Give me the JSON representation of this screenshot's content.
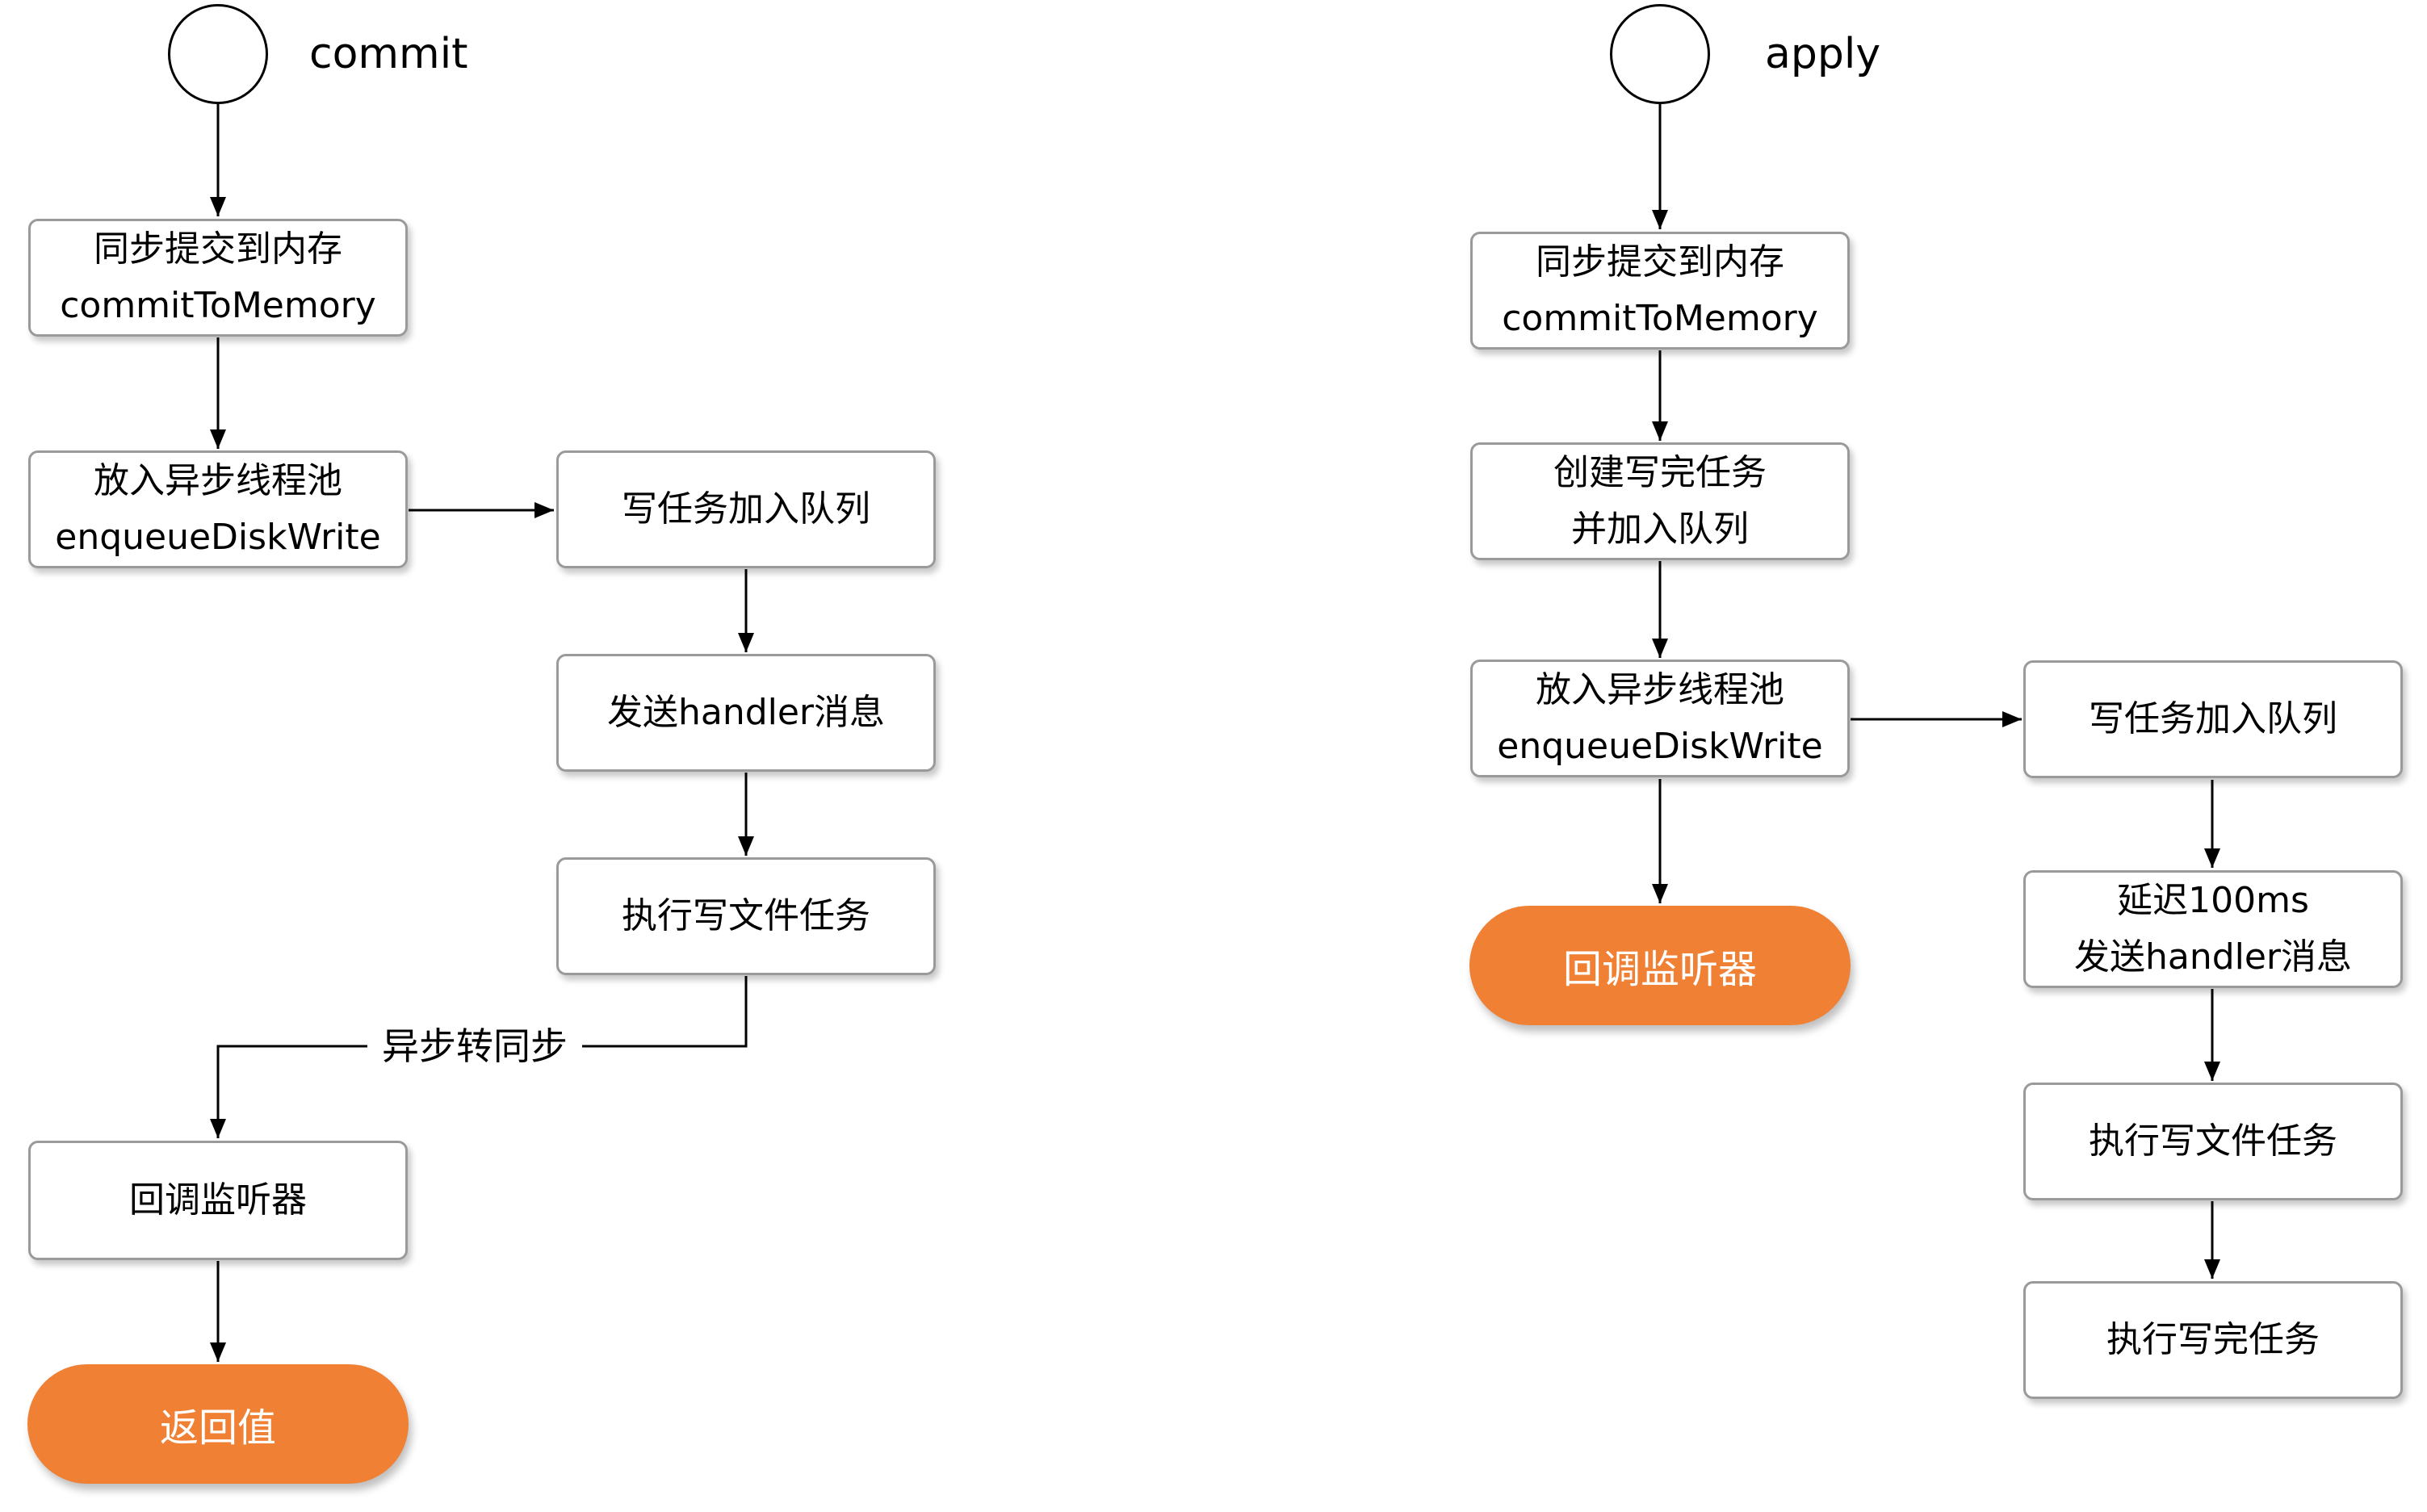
{
  "commit": {
    "title": "commit",
    "commit_to_memory": {
      "line1": "同步提交到内存",
      "line2": "commitToMemory"
    },
    "enqueue": {
      "line1": "放入异步线程池",
      "line2": "enqueueDiskWrite"
    },
    "queue_task": "写任务加入队列",
    "send_msg": "发送handler消息",
    "exec_write": "执行写文件任务",
    "async_to_sync": "异步转同步",
    "callback": "回调监听器",
    "return_value": "返回值"
  },
  "apply": {
    "title": "apply",
    "commit_to_memory": {
      "line1": "同步提交到内存",
      "line2": "commitToMemory"
    },
    "create_task": {
      "line1": "创建写完任务",
      "line2": "并加入队列"
    },
    "enqueue": {
      "line1": "放入异步线程池",
      "line2": "enqueueDiskWrite"
    },
    "callback": "回调监听器",
    "queue_task": "写任务加入队列",
    "delay_send": {
      "line1": "延迟100ms",
      "line2": "发送handler消息"
    },
    "exec_write": "执行写文件任务",
    "exec_complete": "执行写完任务"
  },
  "colors": {
    "terminal": "#ef8034",
    "node_border": "#9a9a9a",
    "line": "#000000"
  }
}
